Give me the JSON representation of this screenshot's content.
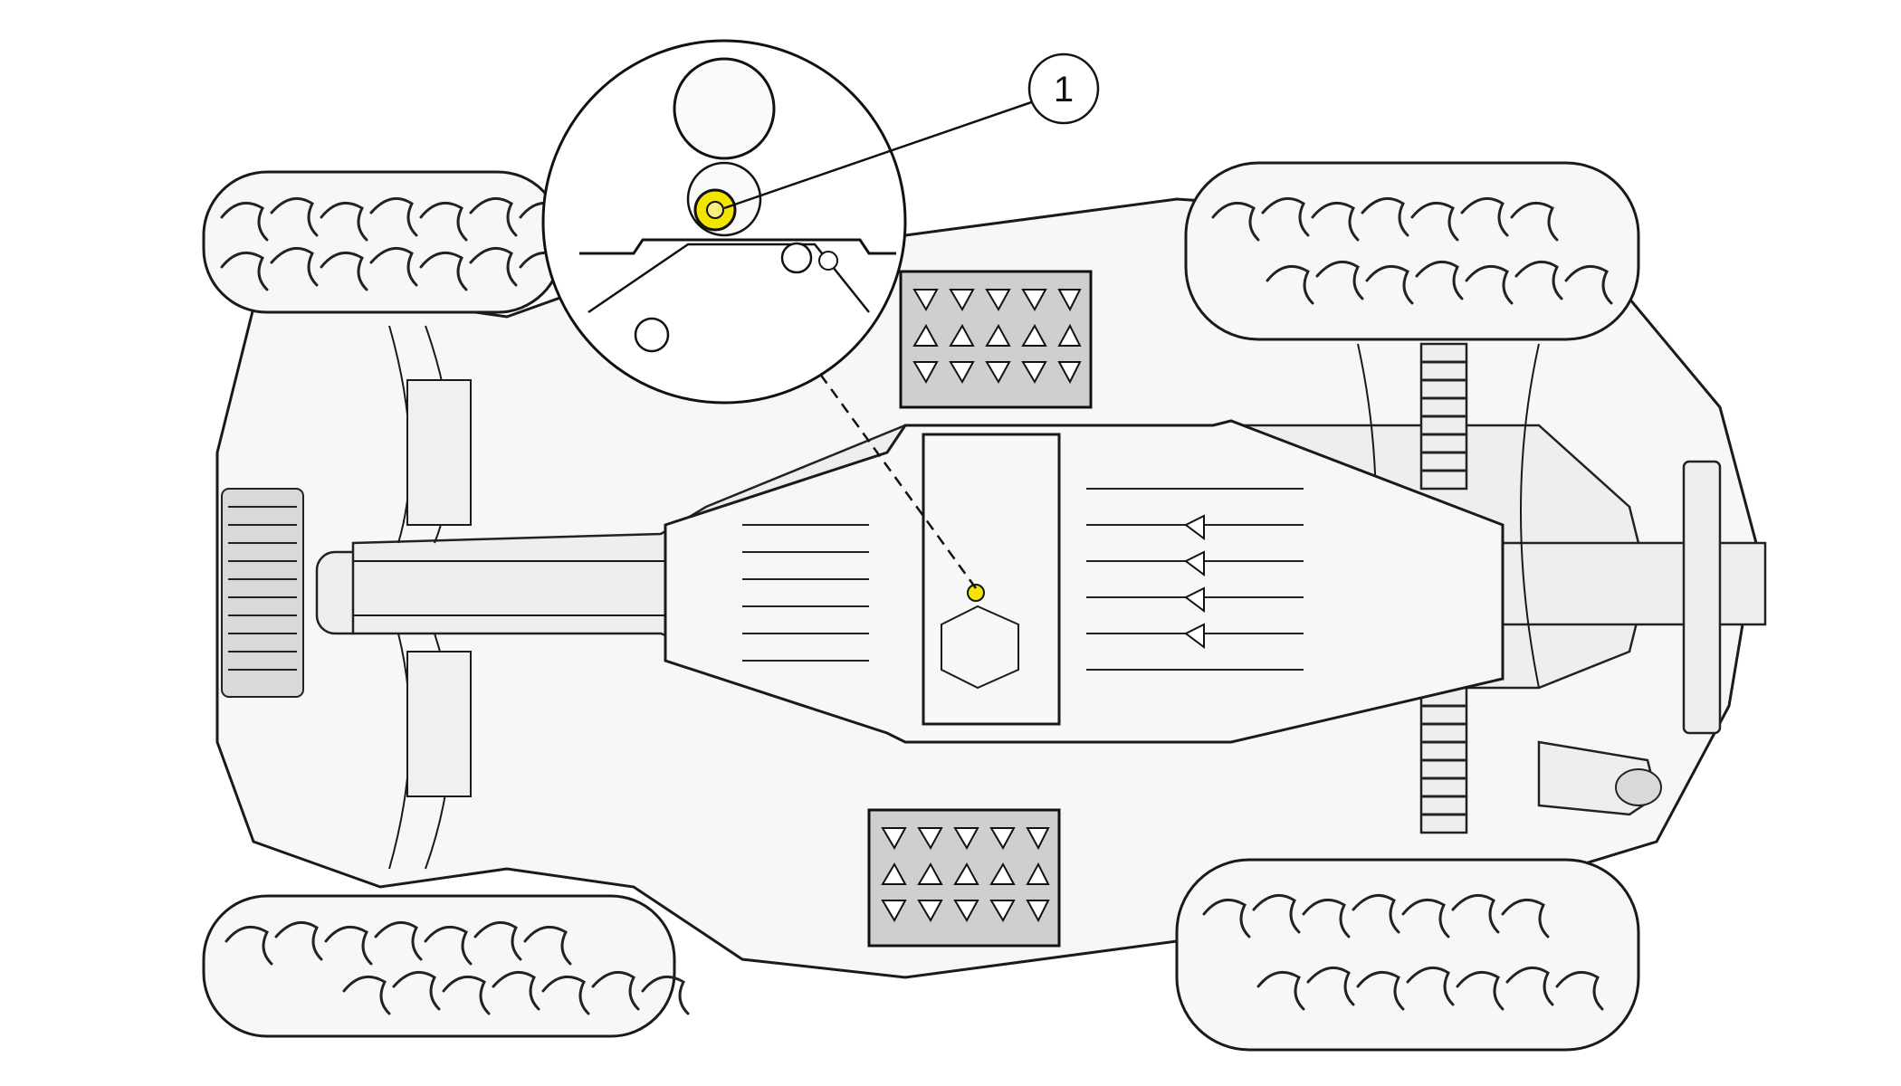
{
  "diagram": {
    "callouts": [
      {
        "number": "1"
      }
    ],
    "colors": {
      "line": "#1a1a1a",
      "body_fill": "#f7f7f7",
      "panel_fill": "#eeeeee",
      "highlight": "#f2e600",
      "background": "#ffffff"
    },
    "icons": [
      "atv-underside",
      "tire",
      "skid-plate",
      "footrest-grating",
      "drain-plug",
      "detail-magnifier"
    ]
  }
}
